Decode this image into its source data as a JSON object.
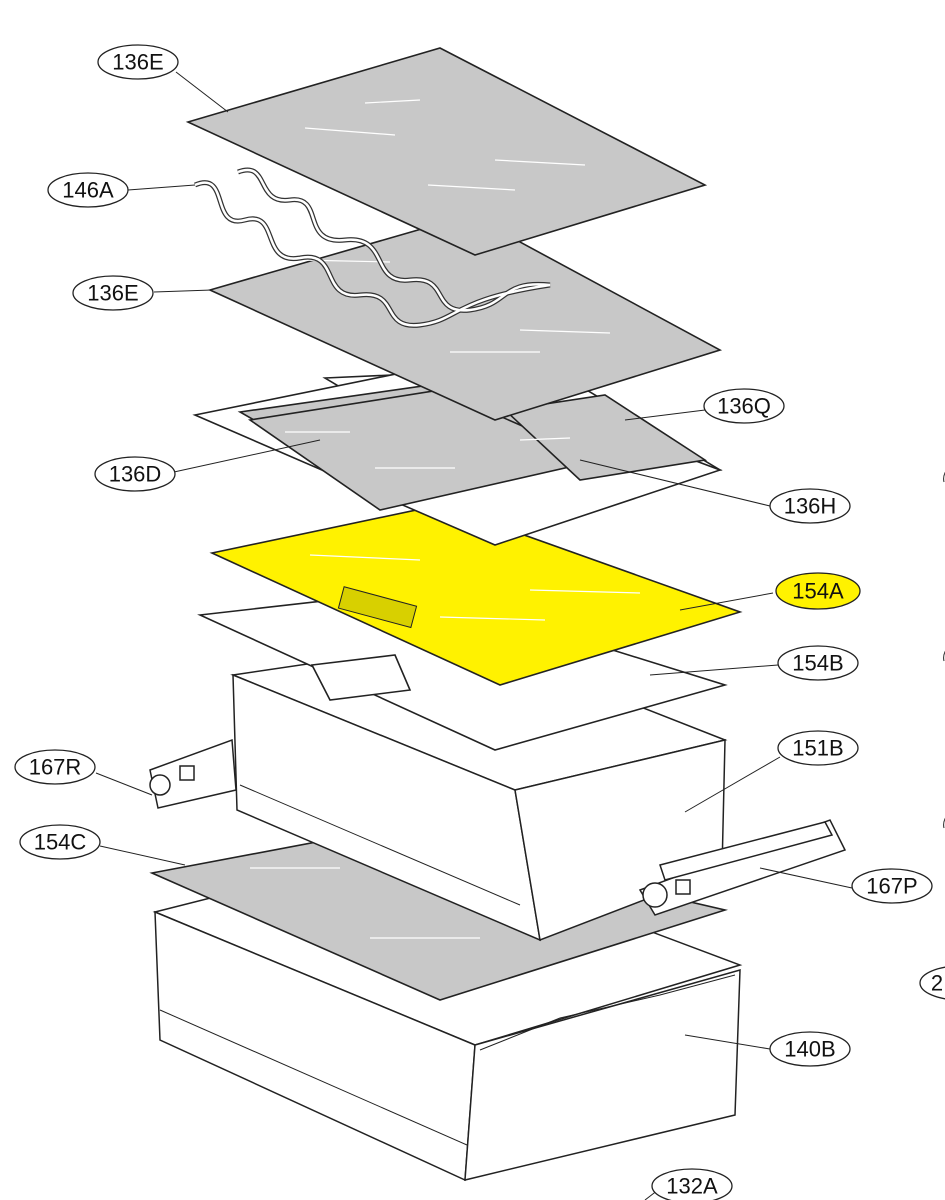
{
  "diagram": {
    "highlight_color": "#fff200",
    "selected_part": "154A",
    "callouts": [
      {
        "id": "136E_top",
        "label": "136E"
      },
      {
        "id": "146A",
        "label": "146A"
      },
      {
        "id": "136E_mid",
        "label": "136E"
      },
      {
        "id": "136Q",
        "label": "136Q"
      },
      {
        "id": "136D",
        "label": "136D"
      },
      {
        "id": "136H",
        "label": "136H"
      },
      {
        "id": "154A",
        "label": "154A"
      },
      {
        "id": "154B",
        "label": "154B"
      },
      {
        "id": "151B",
        "label": "151B"
      },
      {
        "id": "167R",
        "label": "167R"
      },
      {
        "id": "154C",
        "label": "154C"
      },
      {
        "id": "167P",
        "label": "167P"
      },
      {
        "id": "140B",
        "label": "140B"
      },
      {
        "id": "132A",
        "label": "132A"
      },
      {
        "id": "partial",
        "label": "2"
      }
    ]
  }
}
